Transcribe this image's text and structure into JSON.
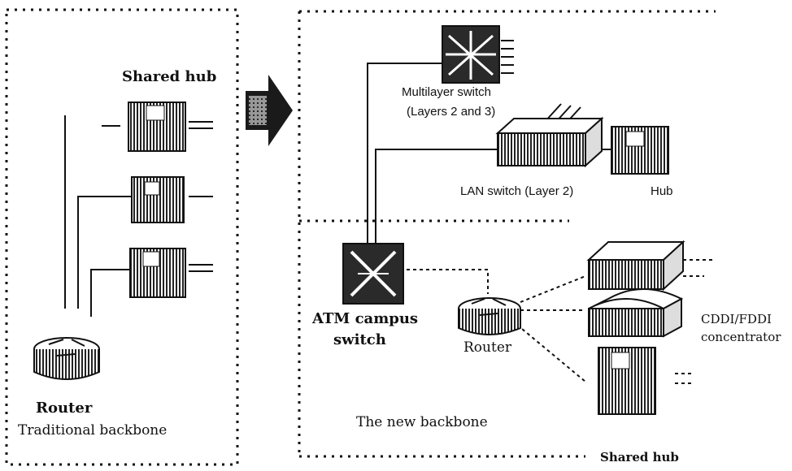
{
  "labels": {
    "shared_hub_top": "Shared hub",
    "multilayer_switch": "Multilayer switch",
    "multilayer_switch_sub": "(Layers 2 and 3)",
    "lan_switch": "LAN switch (Layer 2)",
    "hub": "Hub",
    "atm_switch_1": "ATM campus",
    "atm_switch_2": "switch",
    "router_left": "Router",
    "router_right": "Router",
    "cddi_1": "CDDI/FDDI",
    "cddi_2": "concentrator",
    "traditional_backbone": "Traditional backbone",
    "new_backbone": "The new backbone",
    "shared_hub_bottom": "Shared hub"
  },
  "colors": {
    "ink": "#111111",
    "device_fill": "#ffffff",
    "device_dark": "#2a2a2a",
    "arrow_fill": "#1a1a1a"
  },
  "icons": {
    "arrow": "right-arrow-icon",
    "hub": "hub-icon",
    "router": "router-icon",
    "switch": "switch-icon"
  }
}
